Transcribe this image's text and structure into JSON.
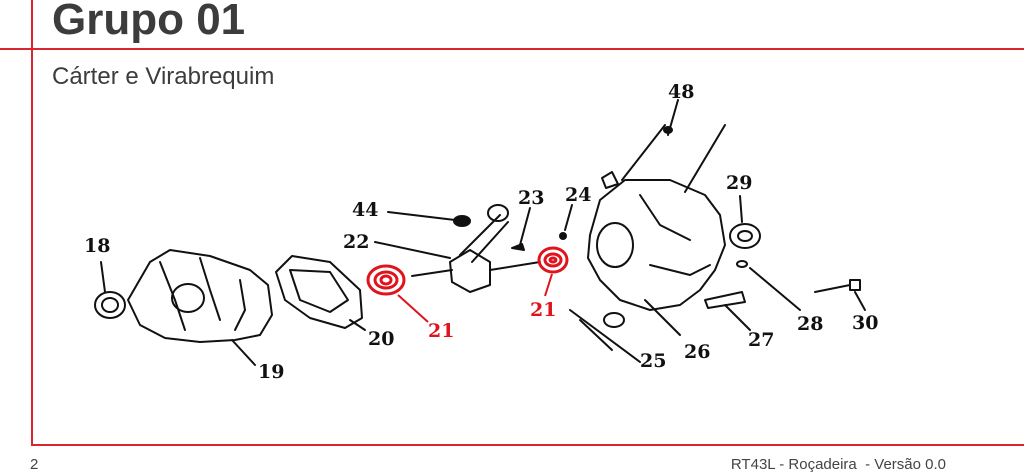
{
  "header": {
    "title": "Grupo 01",
    "subtitle": "Cárter e Virabrequim"
  },
  "footer": {
    "page_number": "2",
    "doc_info": "RT43L - Roçadeira  - Versão 0.0"
  },
  "colors": {
    "accent": "#d8262e",
    "highlight": "#e0141c",
    "text": "#3c3c3c"
  },
  "diagram": {
    "part_labels": [
      "18",
      "19",
      "20",
      "21",
      "21",
      "22",
      "23",
      "24",
      "25",
      "26",
      "27",
      "28",
      "29",
      "30",
      "44",
      "48"
    ],
    "highlighted_parts": [
      "21"
    ]
  }
}
